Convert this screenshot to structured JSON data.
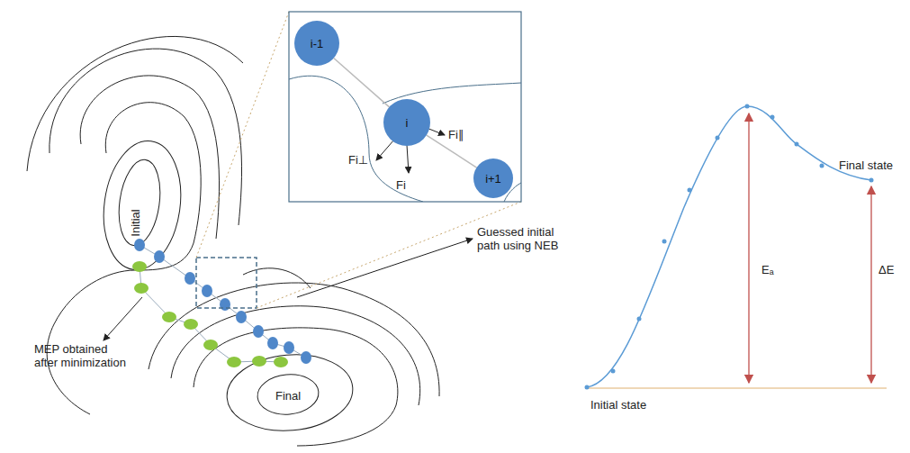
{
  "diagram": {
    "nodes": [
      {
        "text": [
          "i-1"
        ]
      },
      {
        "text": [
          "i"
        ]
      },
      {
        "text": [
          "i+1"
        ]
      }
    ],
    "edges": [
      {
        "from": 0,
        "to": 1,
        "arrow": "none"
      },
      {
        "from": 1,
        "to": 2,
        "arrow": "none"
      }
    ],
    "labels": [
      "Initial",
      "Final",
      "Guessed initial path using NEB",
      "MEP obtained after minimization",
      "Fi⊥",
      "Fi",
      "Fi∥",
      "Eₐ",
      "ΔE",
      "Final state",
      "Initial state"
    ]
  }
}
